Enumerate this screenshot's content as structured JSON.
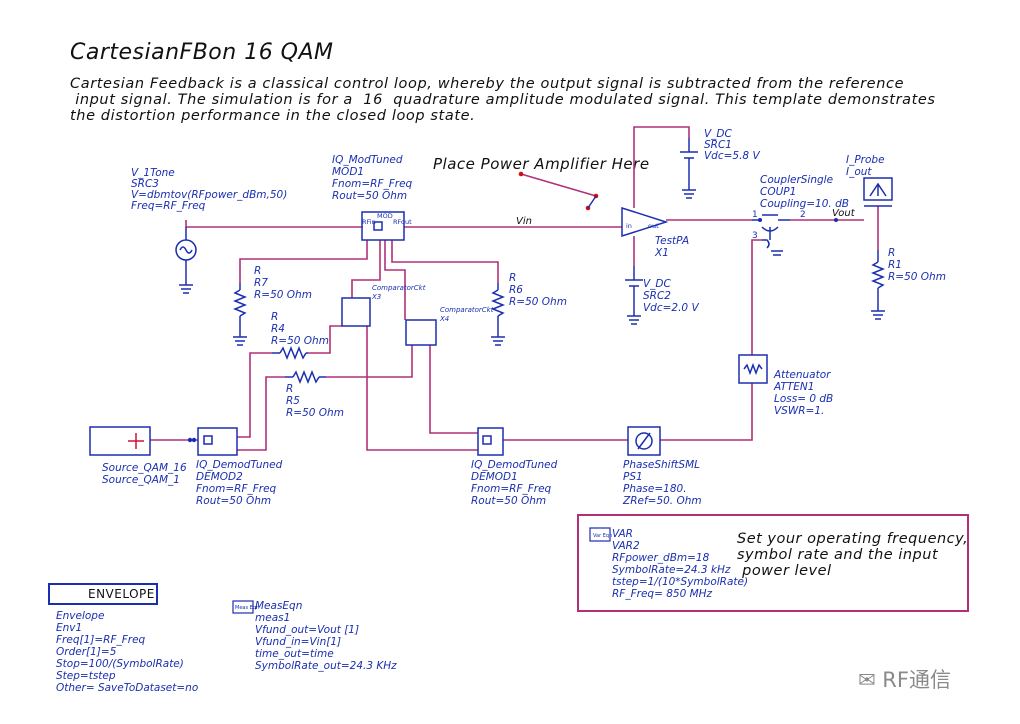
{
  "title": "CartesianFBon  16 QAM",
  "description": [
    "Cartesian Feedback is a classical control loop, whereby the output signal is subtracted from the reference",
    " input signal. The simulation is for a  16  quadrature amplitude modulated signal. This template demonstrates",
    "the distortion performance in the closed loop state."
  ],
  "notes": {
    "pa_placeholder": "Place Power Amplifier Here",
    "operating_freq": [
      "Set your operating frequency,",
      "symbol rate and the input",
      " power level"
    ]
  },
  "watermark": "RF通信",
  "colors": {
    "wire": "#b0307a",
    "component": "#1a2fb0",
    "text": "#111111"
  },
  "nets": {
    "vin": "Vin",
    "vout": "Vout"
  },
  "components": {
    "vdc1": [
      "V_DC",
      "SRC1",
      "Vdc=5.8 V"
    ],
    "vdc2": [
      "V_DC",
      "SRC2",
      "Vdc=2.0 V"
    ],
    "tone": [
      "V_1Tone",
      "SRC3",
      "V=dbmtov(RFpower_dBm,50)",
      "Freq=RF_Freq"
    ],
    "mod": [
      "IQ_ModTuned",
      "MOD1",
      "Fnom=RF_Freq",
      "Rout=50 Ohm"
    ],
    "coupler": [
      "CouplerSingle",
      "COUP1",
      "Coupling=10. dB"
    ],
    "probe": [
      "I_Probe",
      "I_out"
    ],
    "r1": [
      "R",
      "R1",
      "R=50 Ohm"
    ],
    "r7": [
      "R",
      "R7",
      "R=50 Ohm"
    ],
    "r6": [
      "R",
      "R6",
      "R=50 Ohm"
    ],
    "r4": [
      "R",
      "R4",
      "R=50 Ohm"
    ],
    "r5": [
      "R",
      "R5",
      "R=50 Ohm"
    ],
    "comp3": [
      "ComparatorCkt",
      "X3"
    ],
    "comp4": [
      "ComparatorCkt",
      "X4"
    ],
    "pa": [
      "TestPA",
      "X1"
    ],
    "atten": [
      "Attenuator",
      "ATTEN1",
      "Loss= 0 dB",
      "VSWR=1."
    ],
    "src_qam": [
      "Source_QAM_16",
      "Source_QAM_1"
    ],
    "demod2": [
      "IQ_DemodTuned",
      "DEMOD2",
      "Fnom=RF_Freq",
      "Rout=50 Ohm"
    ],
    "demod1": [
      "IQ_DemodTuned",
      "DEMOD1",
      "Fnom=RF_Freq",
      "Rout=50 Ohm"
    ],
    "phase": [
      "PhaseShiftSML",
      "PS1",
      "Phase=180.",
      "ZRef=50. Ohm"
    ],
    "var": [
      "VAR",
      "VAR2",
      "RFpower_dBm=18",
      "SymbolRate=24.3 kHz",
      "tstep=1/(10*SymbolRate)",
      "RF_Freq= 850 MHz"
    ],
    "envelope": [
      "Envelope",
      "Env1",
      "Freq[1]=RF_Freq",
      "Order[1]=5",
      "Stop=100/(SymbolRate)",
      "Step=tstep",
      "Other= SaveToDataset=no"
    ],
    "meas": [
      "MeasEqn",
      "meas1",
      "Vfund_out=Vout [1]",
      "Vfund_in=Vin[1]",
      "time_out=time",
      "SymbolRate_out=24.3 KHz"
    ]
  },
  "port_labels": {
    "mod_rfin": "RFin",
    "mod_rfout": "RFout",
    "mod_name": "MOD",
    "pa_in": "in",
    "pa_out": "out",
    "coupler_1": "1",
    "coupler_2": "2",
    "coupler_3": "3",
    "var_icon": "Var Eqn",
    "meas_icon": "Meas Eqn"
  },
  "envelope_header": "ENVELOPE"
}
